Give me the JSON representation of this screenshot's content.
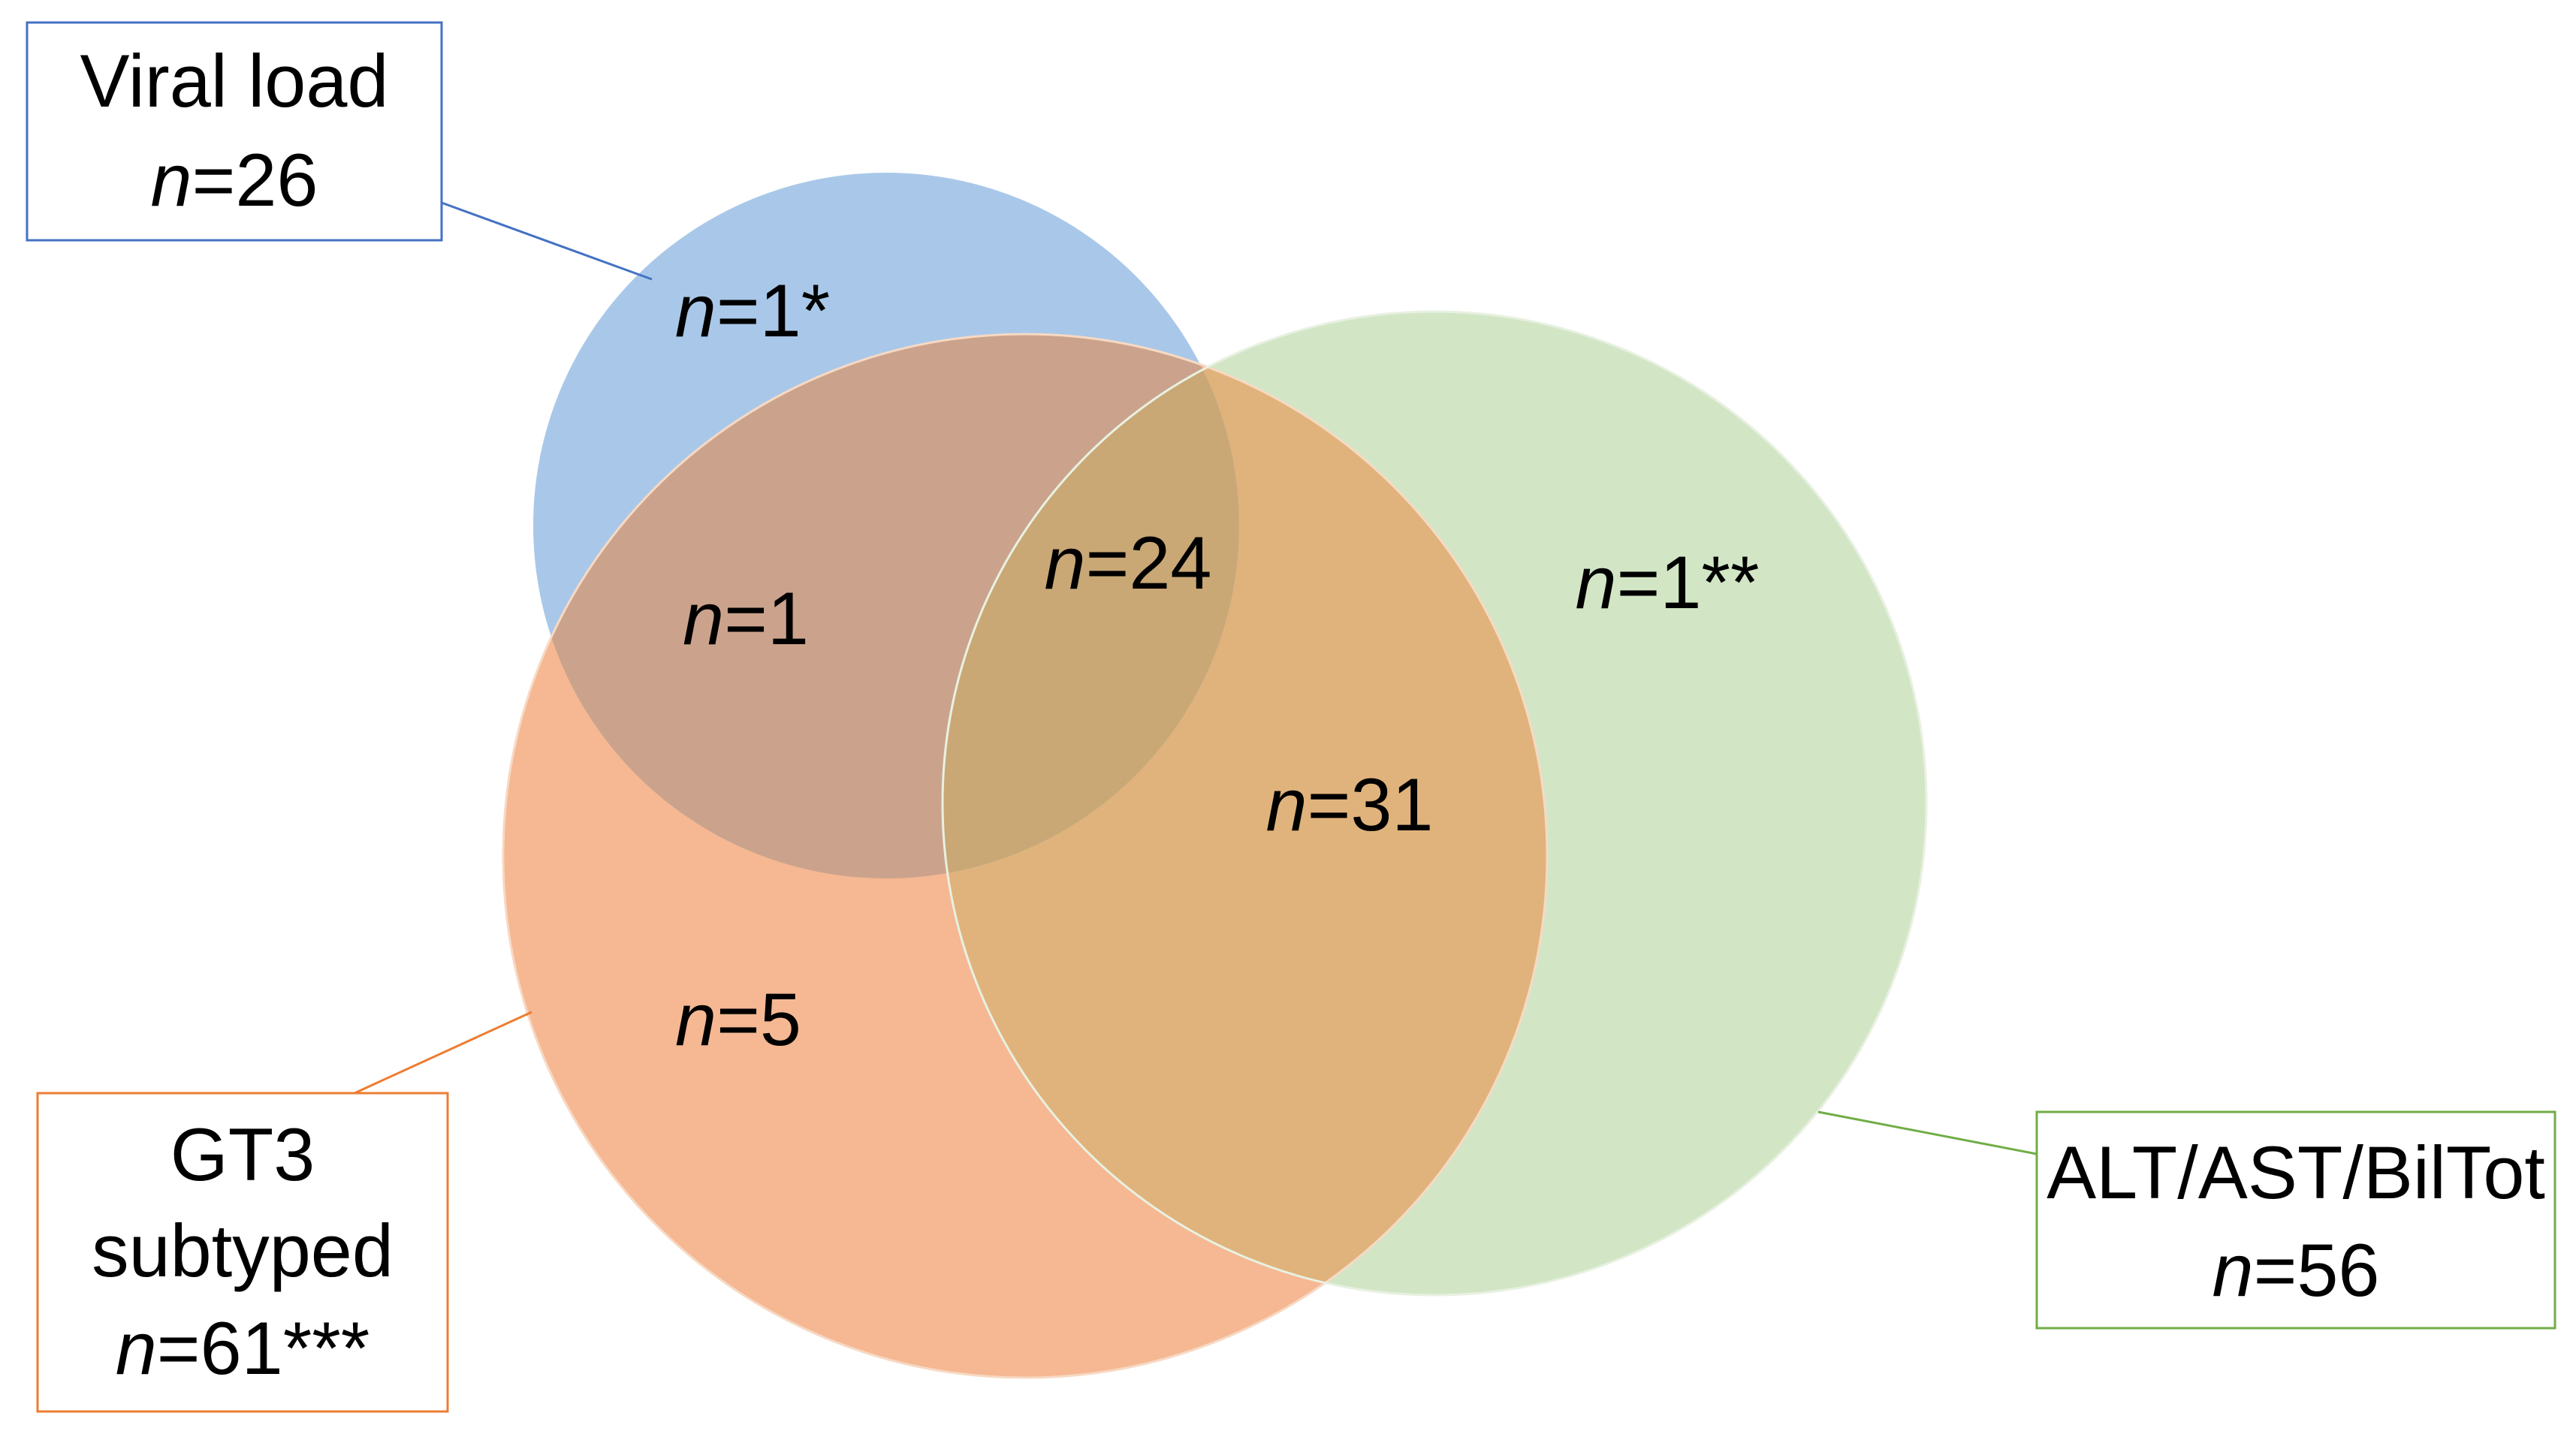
{
  "sets": {
    "viral_load": {
      "title": "Viral load",
      "count_var": "n",
      "count_value": "=26",
      "color": "#a9c8e9",
      "border_color": "#4472c4"
    },
    "gt3": {
      "title_line1": "GT3",
      "title_line2": "subtyped",
      "count_var": "n",
      "count_value": "=61***",
      "color": "#f5b893",
      "border_color": "#ed7d31"
    },
    "liver": {
      "title": "ALT/AST/BilTot",
      "count_var": "n",
      "count_value": "=56",
      "color": "#d2e6c6",
      "border_color": "#70ad47"
    }
  },
  "regions": {
    "viral_only": {
      "var": "n",
      "value": "=1*"
    },
    "viral_gt3": {
      "var": "n",
      "value": "=1"
    },
    "all_three": {
      "var": "n",
      "value": "=24"
    },
    "liver_only": {
      "var": "n",
      "value": "=1**"
    },
    "gt3_liver": {
      "var": "n",
      "value": "=31"
    },
    "gt3_only": {
      "var": "n",
      "value": "=5"
    }
  }
}
